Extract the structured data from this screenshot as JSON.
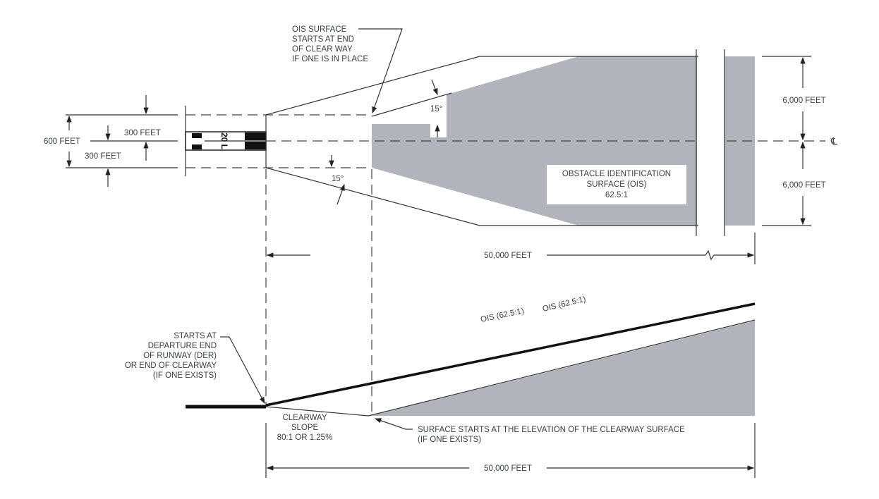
{
  "plan": {
    "ois_note": [
      "OIS SURFACE",
      "STARTS AT END",
      "OF CLEAR WAY",
      "IF ONE IS IN PLACE"
    ],
    "dim_300_top": "300 FEET",
    "dim_600": "600 FEET",
    "dim_300_bottom": "300 FEET",
    "runway_marking": "20 L",
    "angle_top": "15°",
    "angle_bottom": "15°",
    "ois_label": [
      "OBSTACLE IDENTIFICATION",
      "SURFACE (OIS)",
      "62.5:1"
    ],
    "dim_6000_top": "6,000 FEET",
    "dim_6000_bottom": "6,000 FEET",
    "centerline_symbol": "℄",
    "dim_length": "50,000 FEET"
  },
  "profile": {
    "der_note": [
      "STARTS AT",
      "DEPARTURE END",
      "OF RUNWAY (DER)",
      "OR END OF CLEARWAY",
      "(IF ONE EXISTS)"
    ],
    "ois_upper": "OIS (62.5:1)",
    "ois_lower": "OIS (62.5:1)",
    "clearway_note": [
      "CLEARWAY",
      "SLOPE",
      "80:1 OR 1.25%"
    ],
    "surface_note": [
      "SURFACE STARTS AT THE ELEVATION OF THE CLEARWAY SURFACE",
      "(IF ONE EXISTS)"
    ],
    "dim_length": "50,000 FEET"
  },
  "colors": {
    "surface_fill": "#b1b4bb",
    "line": "#333333"
  }
}
